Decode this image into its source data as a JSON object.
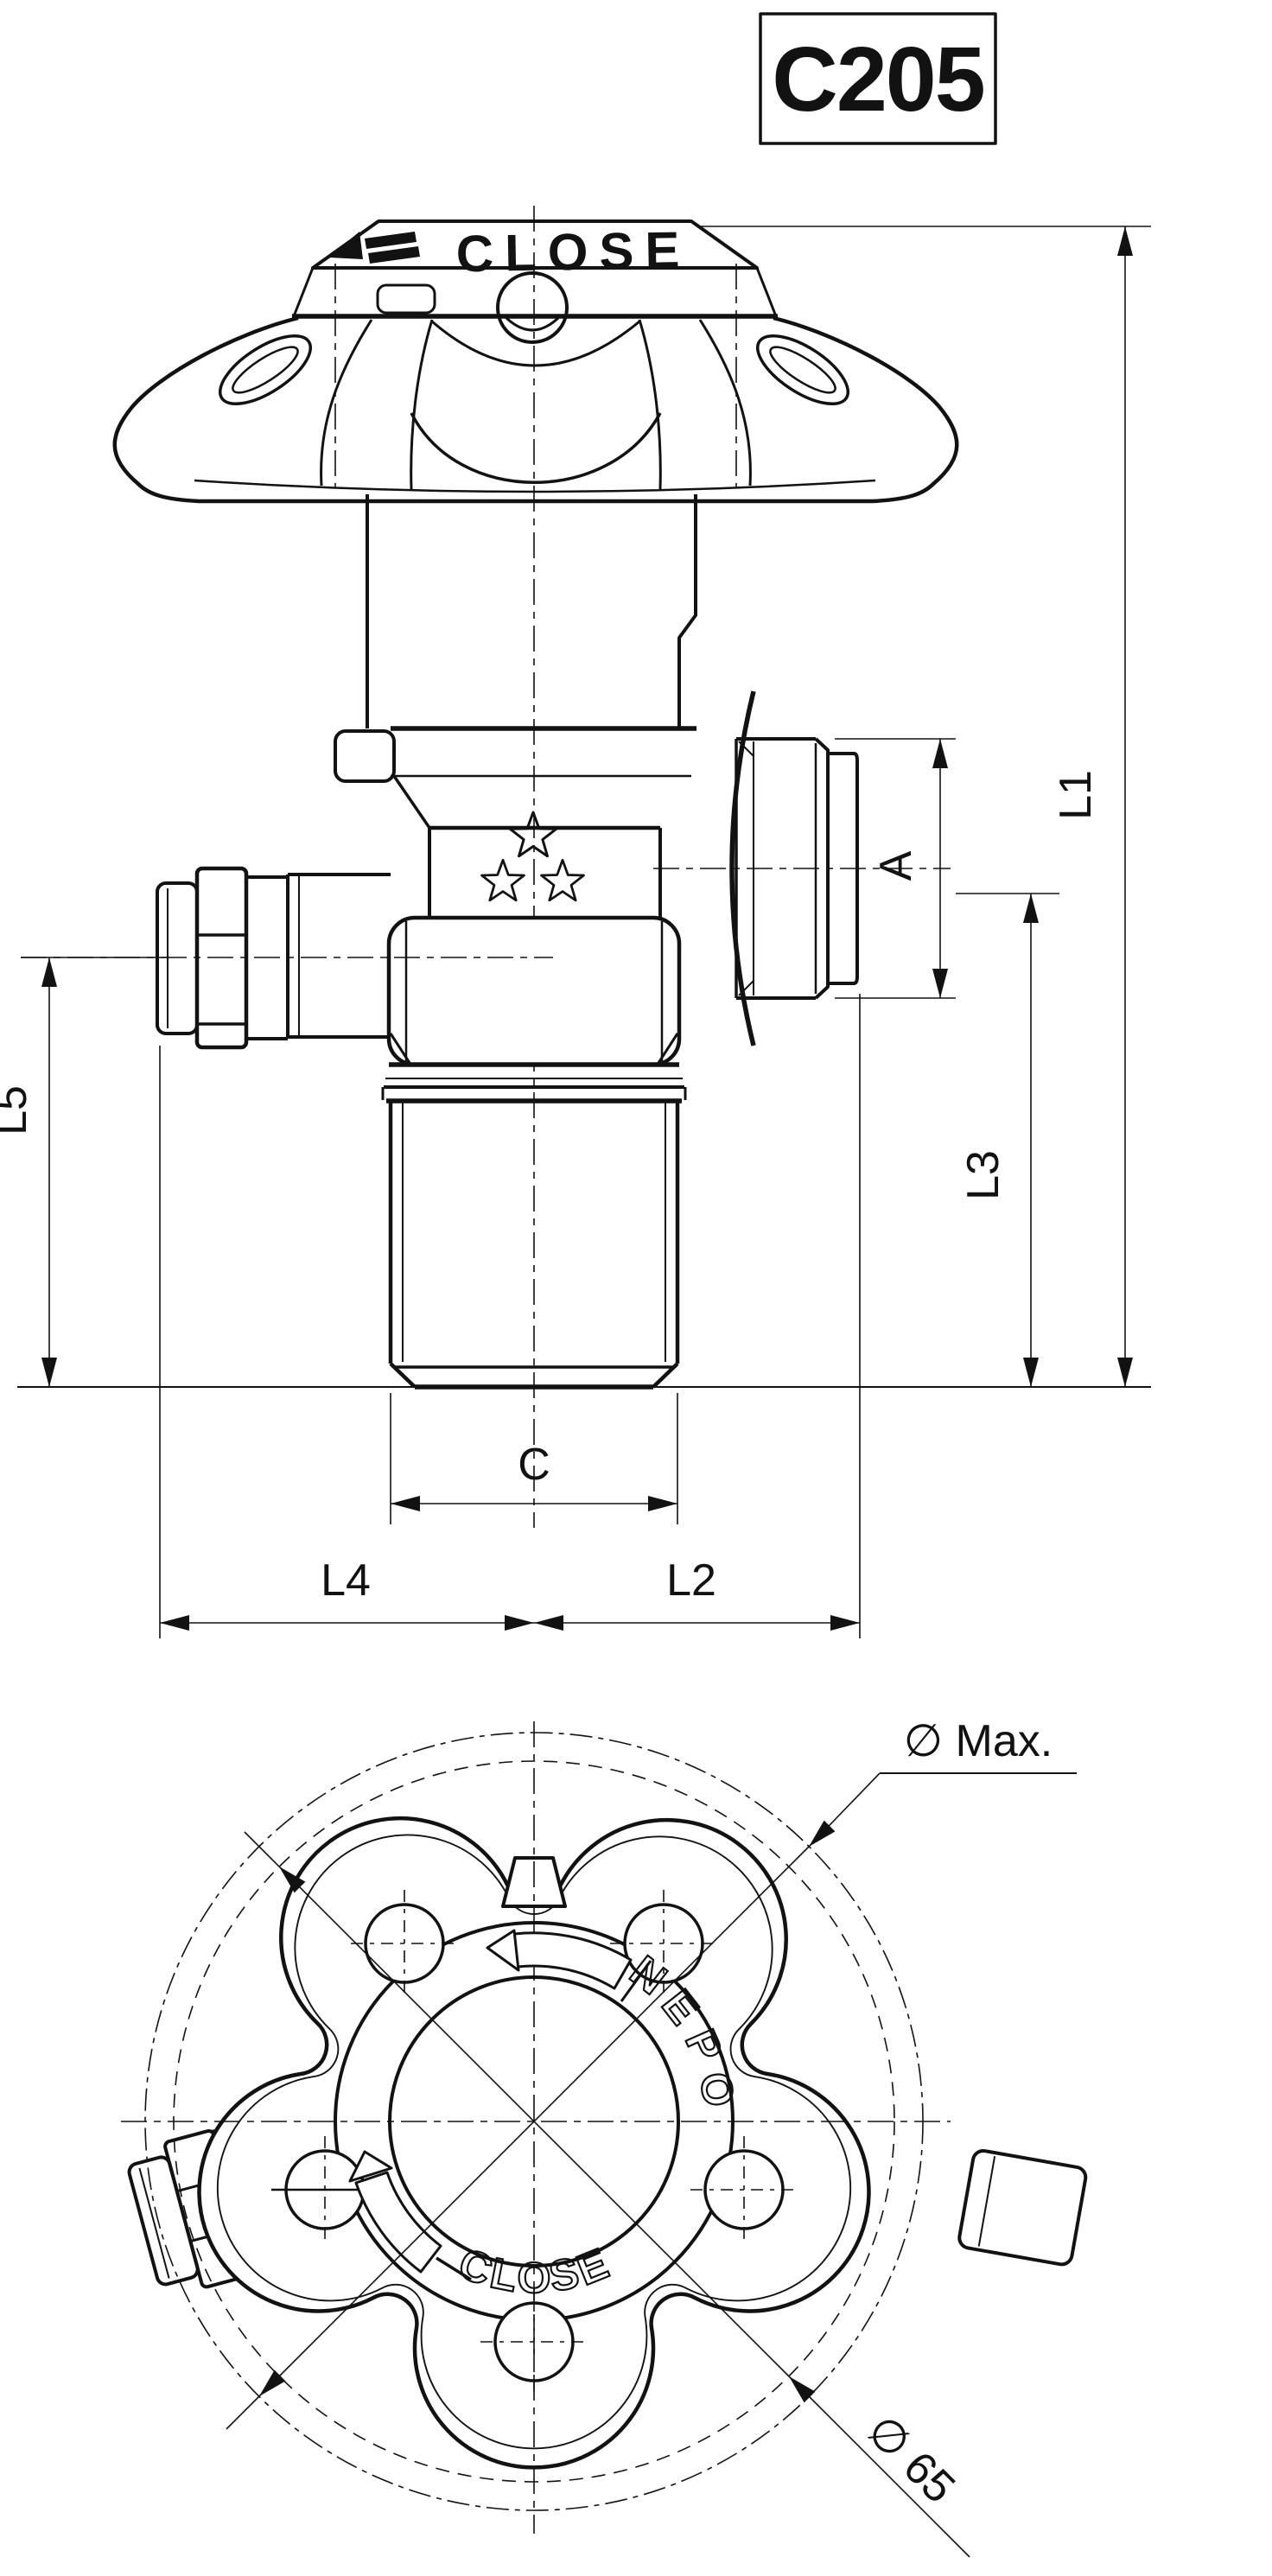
{
  "title_block": {
    "model": "C205"
  },
  "front_view": {
    "handwheel_engraving": "CLOSE",
    "dim_l1": "L1",
    "dim_l3": "L3",
    "dim_l5": "L5",
    "dim_a": "A",
    "dim_c": "C",
    "dim_l4": "L4",
    "dim_l2": "L2"
  },
  "top_view": {
    "open_text": [
      "O",
      "P",
      "E",
      "N"
    ],
    "close_text": [
      "C",
      "L",
      "O",
      "S",
      "E"
    ],
    "dia_max_label": "∅ Max.",
    "dia_65_label": "∅ 65"
  },
  "colors": {
    "line": "#121212",
    "background": "#ffffff"
  }
}
